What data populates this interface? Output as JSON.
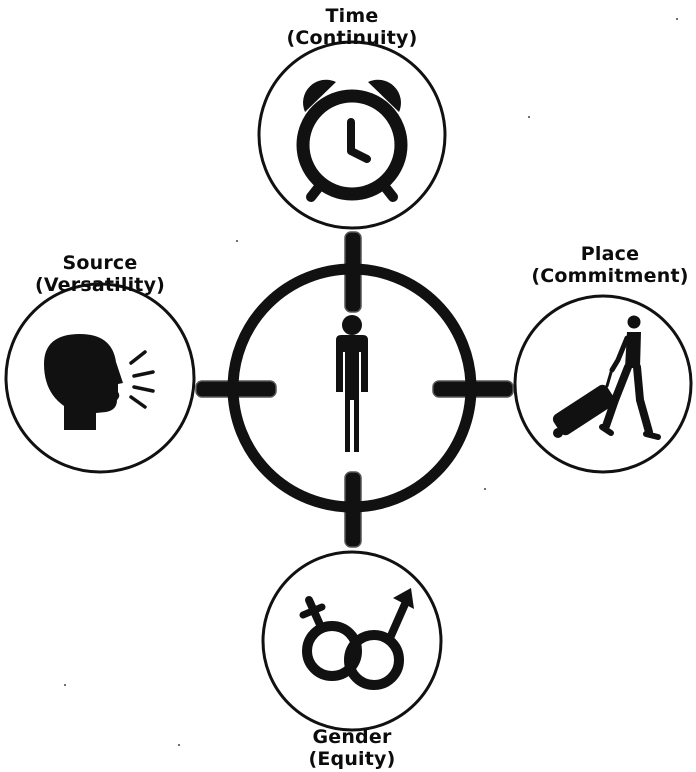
{
  "diagram": {
    "center": {
      "icon": "standing-person-icon"
    },
    "nodes": {
      "time": {
        "title": "Time",
        "subtitle": "(Continuity)",
        "icon": "alarm-clock-icon"
      },
      "source": {
        "title": "Source",
        "subtitle": "(Versatility)",
        "icon": "speaking-head-icon"
      },
      "place": {
        "title": "Place",
        "subtitle": "(Commitment)",
        "icon": "traveler-with-suitcase-icon"
      },
      "gender": {
        "title": "Gender",
        "subtitle": "(Equity)",
        "icon": "gender-symbols-icon"
      }
    },
    "colors": {
      "ink": "#111111",
      "background": "#ffffff"
    }
  }
}
